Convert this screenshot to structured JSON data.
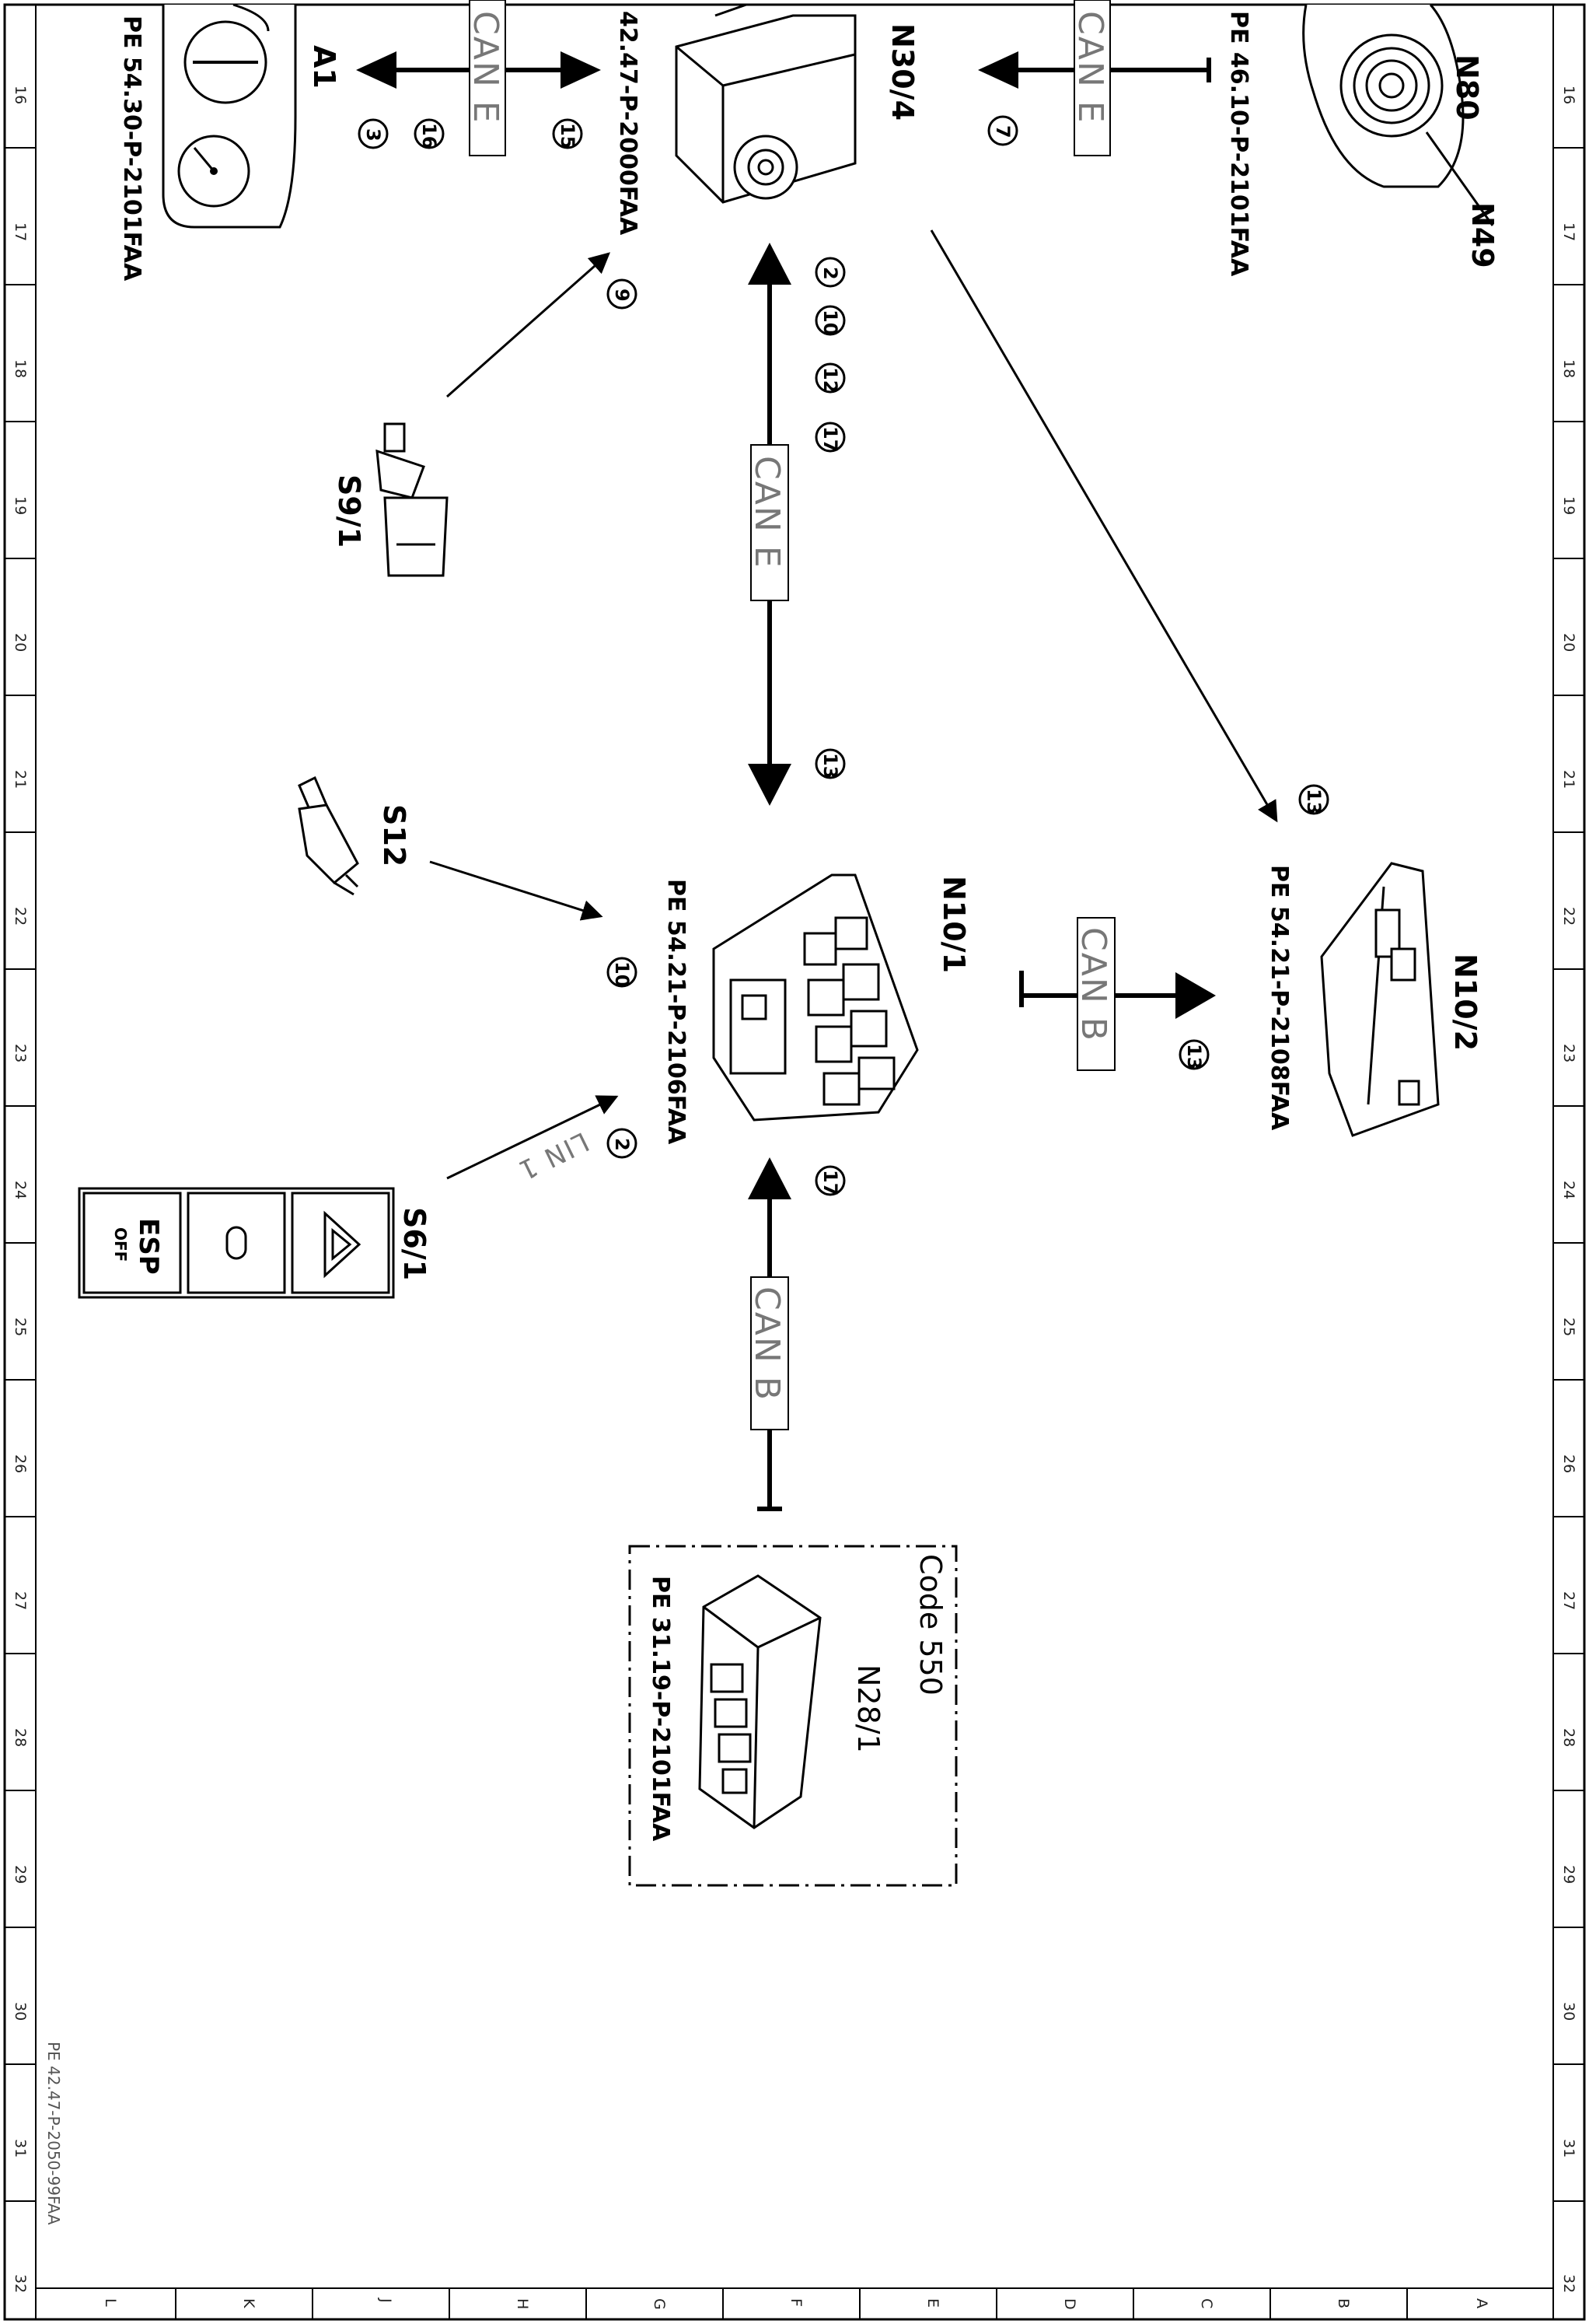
{
  "grid": {
    "numbers": [
      "16",
      "17",
      "18",
      "19",
      "20",
      "21",
      "22",
      "23",
      "24",
      "25",
      "26",
      "27",
      "28",
      "29",
      "30",
      "31",
      "32"
    ],
    "letters": [
      "A",
      "B",
      "C",
      "D",
      "E",
      "F",
      "G",
      "H",
      "J",
      "K",
      "L"
    ]
  },
  "components": {
    "A1": {
      "label": "A1",
      "ref": "PE 54.30-P-2101FAA"
    },
    "N30_4": {
      "label": "N30/4",
      "ref": "42.47-P-2000FAA"
    },
    "N80": {
      "label": "N80",
      "ref": "PE 46.10-P-2101FAA"
    },
    "N49": {
      "label": "N49"
    },
    "S9_1": {
      "label": "S9/1"
    },
    "S12": {
      "label": "S12"
    },
    "N10_1": {
      "label": "N10/1",
      "ref": "PE 54.21-P-2106FAA"
    },
    "N10_2": {
      "label": "N10/2",
      "ref": "PE 54.21-P-2108FAA"
    },
    "S6_1": {
      "label": "S6/1",
      "esp_top": "ESP",
      "esp_bottom": "OFF"
    },
    "N28_1": {
      "label": "N28/1",
      "ref": "PE 31.19-P-2101FAA",
      "code": "Code 550"
    }
  },
  "buses": {
    "can_e_1": "CAN E",
    "can_e_2": "CAN E",
    "can_e_3": "CAN E",
    "can_b_1": "CAN B",
    "can_b_2": "CAN B",
    "lin": "LIN 1"
  },
  "callouts": {
    "c1": "3",
    "c2": "16",
    "c3": "15",
    "c4": "7",
    "c5": "9",
    "c6": "2",
    "c7": "10",
    "c8": "12",
    "c9": "17",
    "c10": "13",
    "c11": "13",
    "c12": "10",
    "c13": "2",
    "c14": "13",
    "c15": "17"
  },
  "footer": "PE 42.47-P-2050-99FAA"
}
